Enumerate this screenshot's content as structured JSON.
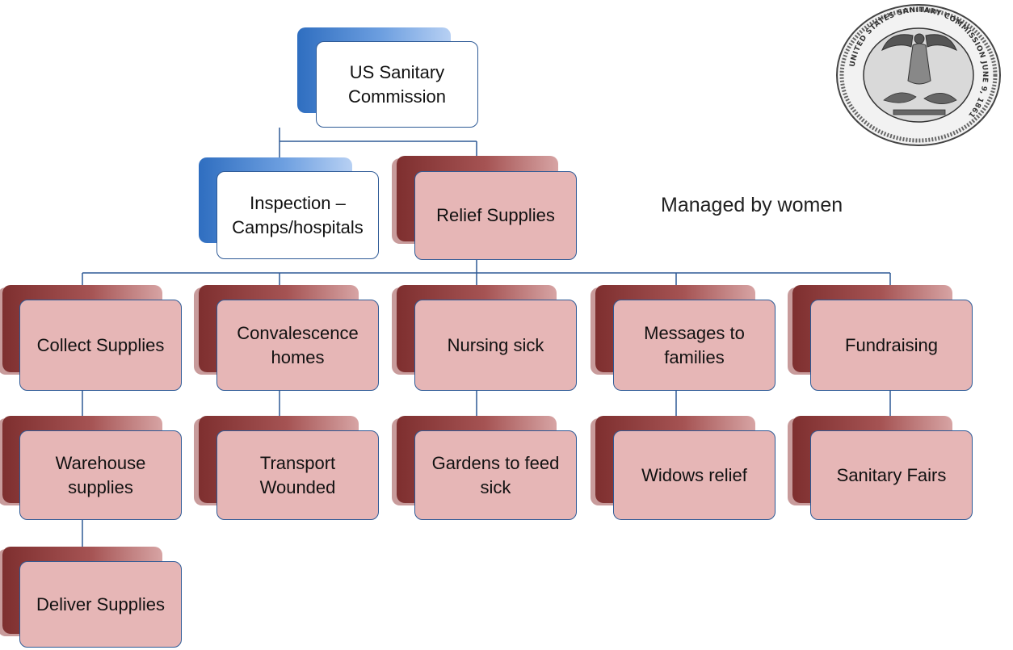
{
  "nodes": {
    "root": "US Sanitary Commission",
    "inspection": "Inspection – Camps/hospitals",
    "relief": "Relief Supplies",
    "collect": "Collect Supplies",
    "convalescence": "Convalescence homes",
    "nursing": "Nursing sick",
    "messages": "Messages to families",
    "fundraising": "Fundraising",
    "warehouse": "Warehouse supplies",
    "transport": "Transport Wounded",
    "gardens": "Gardens to feed sick",
    "widows": "Widows relief",
    "fairs": "Sanitary Fairs",
    "deliver": "Deliver Supplies"
  },
  "note": "Managed by women",
  "seal": {
    "text": "UNITED STATES SANITARY COMMISSION JUNE 9, 1861"
  },
  "colors": {
    "box_fill": "#e6b6b6",
    "border": "#2e5a96",
    "tab_red": "#a55353",
    "tab_blue": "#4a85d1"
  }
}
